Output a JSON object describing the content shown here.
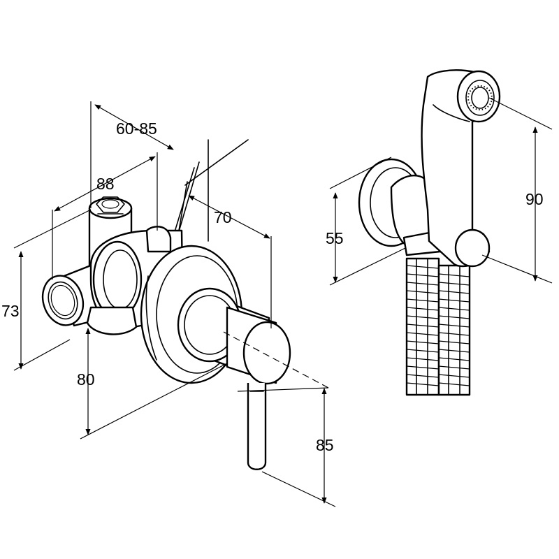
{
  "dimensions": {
    "wall_depth": "60-85",
    "body_width": "88",
    "plate_offset": "70",
    "body_height": "73",
    "below_axis": "80",
    "lever_length": "85",
    "bracket_height": "55",
    "handset_height": "90"
  },
  "colors": {
    "line": "#000000",
    "background": "#ffffff"
  }
}
